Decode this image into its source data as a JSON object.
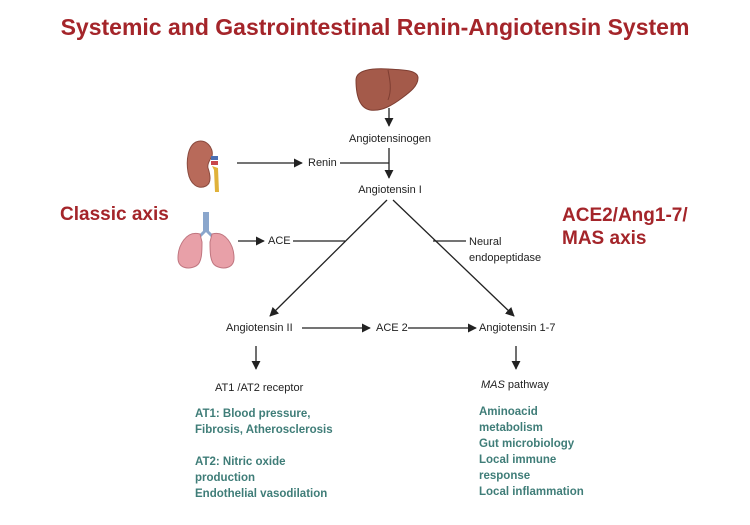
{
  "title": "Systemic and Gastrointestinal Renin-Angiotensin System",
  "axes": {
    "classic": "Classic axis",
    "ace2_line1": "ACE2/Ang1-7/",
    "ace2_line2": "MAS axis"
  },
  "nodes": {
    "angiotensinogen": "Angiotensinogen",
    "renin": "Renin",
    "angiotensin1": "Angiotensin I",
    "ace": "ACE",
    "neural_line1": "Neural",
    "neural_line2": "endopeptidase",
    "angiotensin2": "Angiotensin II",
    "ace2": "ACE 2",
    "angiotensin17": "Angiotensin 1-7",
    "receptor": "AT1 /AT2 receptor",
    "mas_italic": "MAS",
    "mas_rest": " pathway"
  },
  "effects": {
    "left": [
      "AT1: Blood pressure,",
      "Fibrosis, Atherosclerosis",
      "",
      "AT2: Nitric oxide",
      "production",
      "Endothelial vasodilation"
    ],
    "right": [
      "Aminoacid",
      "metabolism",
      "Gut microbiology",
      "Local immune",
      "response",
      "Local inflammation"
    ]
  },
  "organs": [
    "liver-icon",
    "kidney-icon",
    "lungs-icon"
  ],
  "colors": {
    "title": "#a4252a",
    "effects": "#3f7d78",
    "liver": "#a45a4a",
    "kidney": "#b86a5a",
    "lungs": "#e8a0a8",
    "trachea": "#8aa6cc"
  }
}
